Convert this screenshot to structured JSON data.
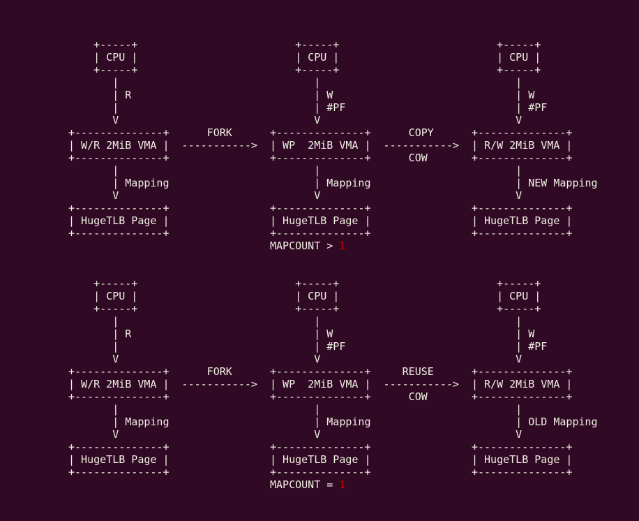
{
  "diagrams": [
    {
      "lines": [
        "    +-----+                         +-----+                         +-----+",
        "    | CPU |                         | CPU |                         | CPU |",
        "    +-----+                         +-----+                         +-----+",
        "       |                               |                               |",
        "       | R                             | W                             | W",
        "       |                               | #PF                           | #PF",
        "       V                               V                               V",
        "+--------------+      FORK      +--------------+      COPY      +--------------+",
        "| W/R 2MiB VMA |  ----------->  | WP  2MiB VMA |  ----------->  | R/W 2MiB VMA |",
        "+--------------+                +--------------+      COW       +--------------+",
        "       |                               |                               |",
        "       | Mapping                       | Mapping                       | NEW Mapping",
        "       V                               V                               V",
        "+--------------+                +--------------+                +--------------+",
        "| HugeTLB Page |                | HugeTLB Page |                | HugeTLB Page |",
        "+--------------+                +--------------+                +--------------+"
      ],
      "mapcount_label": "                                MAPCOUNT > ",
      "mapcount_value": "1"
    },
    {
      "lines": [
        "    +-----+                         +-----+                         +-----+",
        "    | CPU |                         | CPU |                         | CPU |",
        "    +-----+                         +-----+                         +-----+",
        "       |                               |                               |",
        "       | R                             | W                             | W",
        "       |                               | #PF                           | #PF",
        "       V                               V                               V",
        "+--------------+      FORK      +--------------+     REUSE      +--------------+",
        "| W/R 2MiB VMA |  ----------->  | WP  2MiB VMA |  ----------->  | R/W 2MiB VMA |",
        "+--------------+                +--------------+      COW       +--------------+",
        "       |                               |                               |",
        "       | Mapping                       | Mapping                       | OLD Mapping",
        "       V                               V                               V",
        "+--------------+                +--------------+                +--------------+",
        "| HugeTLB Page |                | HugeTLB Page |                | HugeTLB Page |",
        "+--------------+                +--------------+                +--------------+"
      ],
      "mapcount_label": "                                MAPCOUNT = ",
      "mapcount_value": "1"
    }
  ]
}
